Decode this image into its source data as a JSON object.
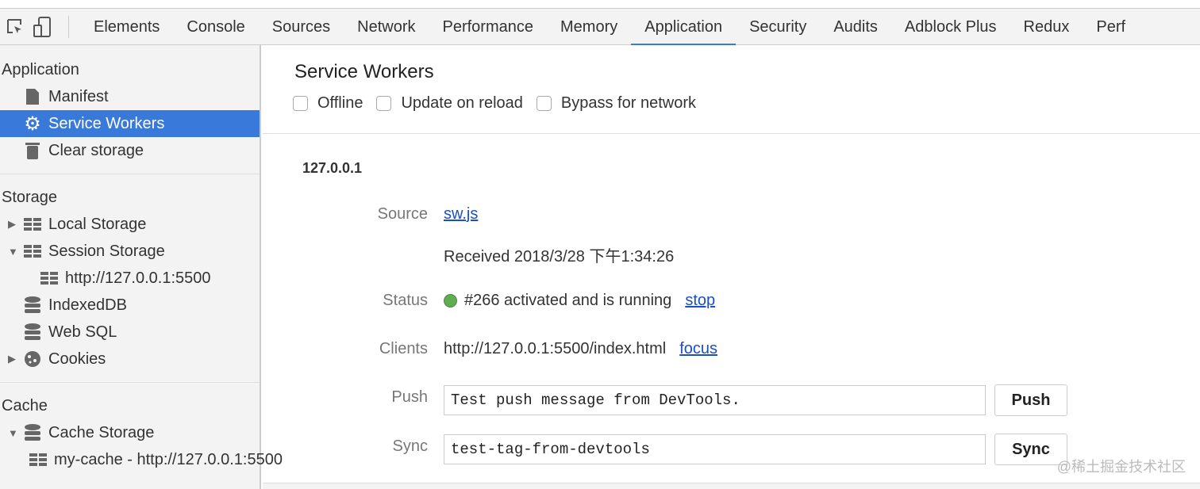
{
  "toolbar": {
    "tabs": [
      "Elements",
      "Console",
      "Sources",
      "Network",
      "Performance",
      "Memory",
      "Application",
      "Security",
      "Audits",
      "Adblock Plus",
      "Redux",
      "Perf"
    ],
    "active": "Application"
  },
  "sidebar": {
    "application": {
      "title": "Application",
      "items": [
        "Manifest",
        "Service Workers",
        "Clear storage"
      ]
    },
    "storage": {
      "title": "Storage",
      "items": [
        "Local Storage",
        "Session Storage",
        "http://127.0.0.1:5500",
        "IndexedDB",
        "Web SQL",
        "Cookies"
      ]
    },
    "cache": {
      "title": "Cache",
      "items": [
        "Cache Storage",
        "my-cache - http://127.0.0.1:5500"
      ]
    }
  },
  "main": {
    "title": "Service Workers",
    "options": [
      "Offline",
      "Update on reload",
      "Bypass for network"
    ],
    "origin": "127.0.0.1",
    "source_label": "Source",
    "source_link": "sw.js",
    "received": "Received 2018/3/28 下午1:34:26",
    "status_label": "Status",
    "status_text": "#266 activated and is running",
    "status_link": "stop",
    "status_color": "#5fad51",
    "clients_label": "Clients",
    "clients_url": "http://127.0.0.1:5500/index.html",
    "clients_link": "focus",
    "push_label": "Push",
    "push_value": "Test push message from DevTools.",
    "push_button": "Push",
    "sync_label": "Sync",
    "sync_value": "test-tag-from-devtools",
    "sync_button": "Sync"
  },
  "watermark": "@稀土掘金技术社区"
}
